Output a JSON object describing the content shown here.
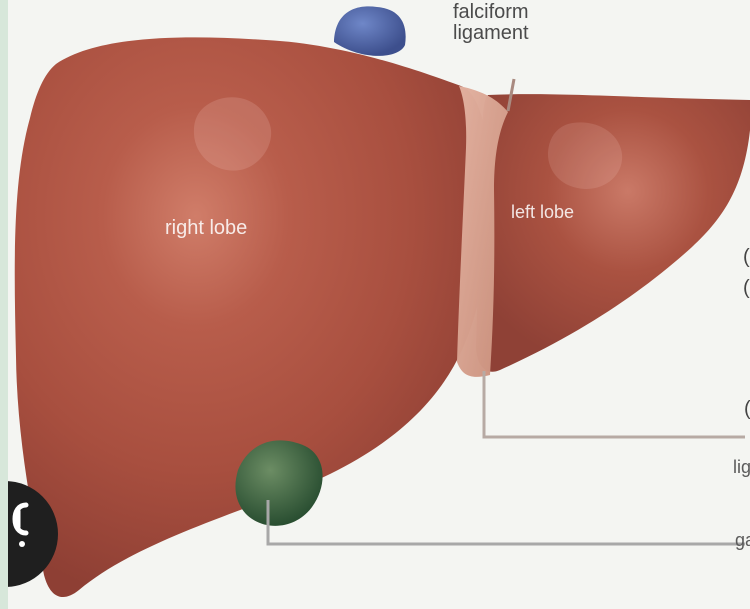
{
  "labels": {
    "falciform": "falciform\nligament",
    "right_lobe": "right lobe",
    "left_lobe": "left lobe",
    "round_cut": "lig",
    "gallbladder_cut": "ga"
  },
  "colors": {
    "liver": "#a94e3e",
    "ligament": "#d79a88",
    "vein": "#4c63a8",
    "gallbladder": "#3f6842",
    "line": "#9a9a9a"
  },
  "icons": {
    "corner_badge": "camera-icon"
  }
}
